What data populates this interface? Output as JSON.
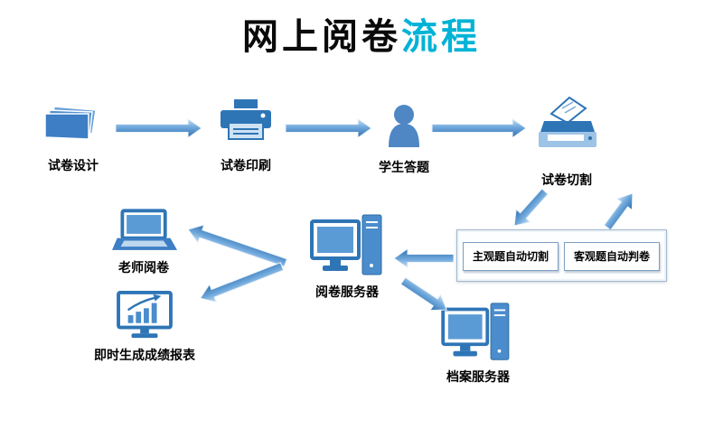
{
  "title": {
    "main": "网上阅卷",
    "accent": "流程"
  },
  "nodes": {
    "design": "试卷设计",
    "print": "试卷印刷",
    "answer": "学生答题",
    "cut": "试卷切割",
    "subjective": "主观题自动切割",
    "objective": "客观题自动判卷",
    "marking_server": "阅卷服务器",
    "teacher": "老师阅卷",
    "report": "即时生成成绩报表",
    "archive_server": "档案服务器"
  },
  "colors": {
    "accent_cyan": "#00b3d6",
    "icon_dark_blue": "#2e75b6",
    "icon_mid_blue": "#4a8ccc",
    "icon_light_blue": "#5b9bd5",
    "arrow_gradient_top": "#cfe2f3",
    "arrow_gradient_bottom": "#2e6fae"
  }
}
